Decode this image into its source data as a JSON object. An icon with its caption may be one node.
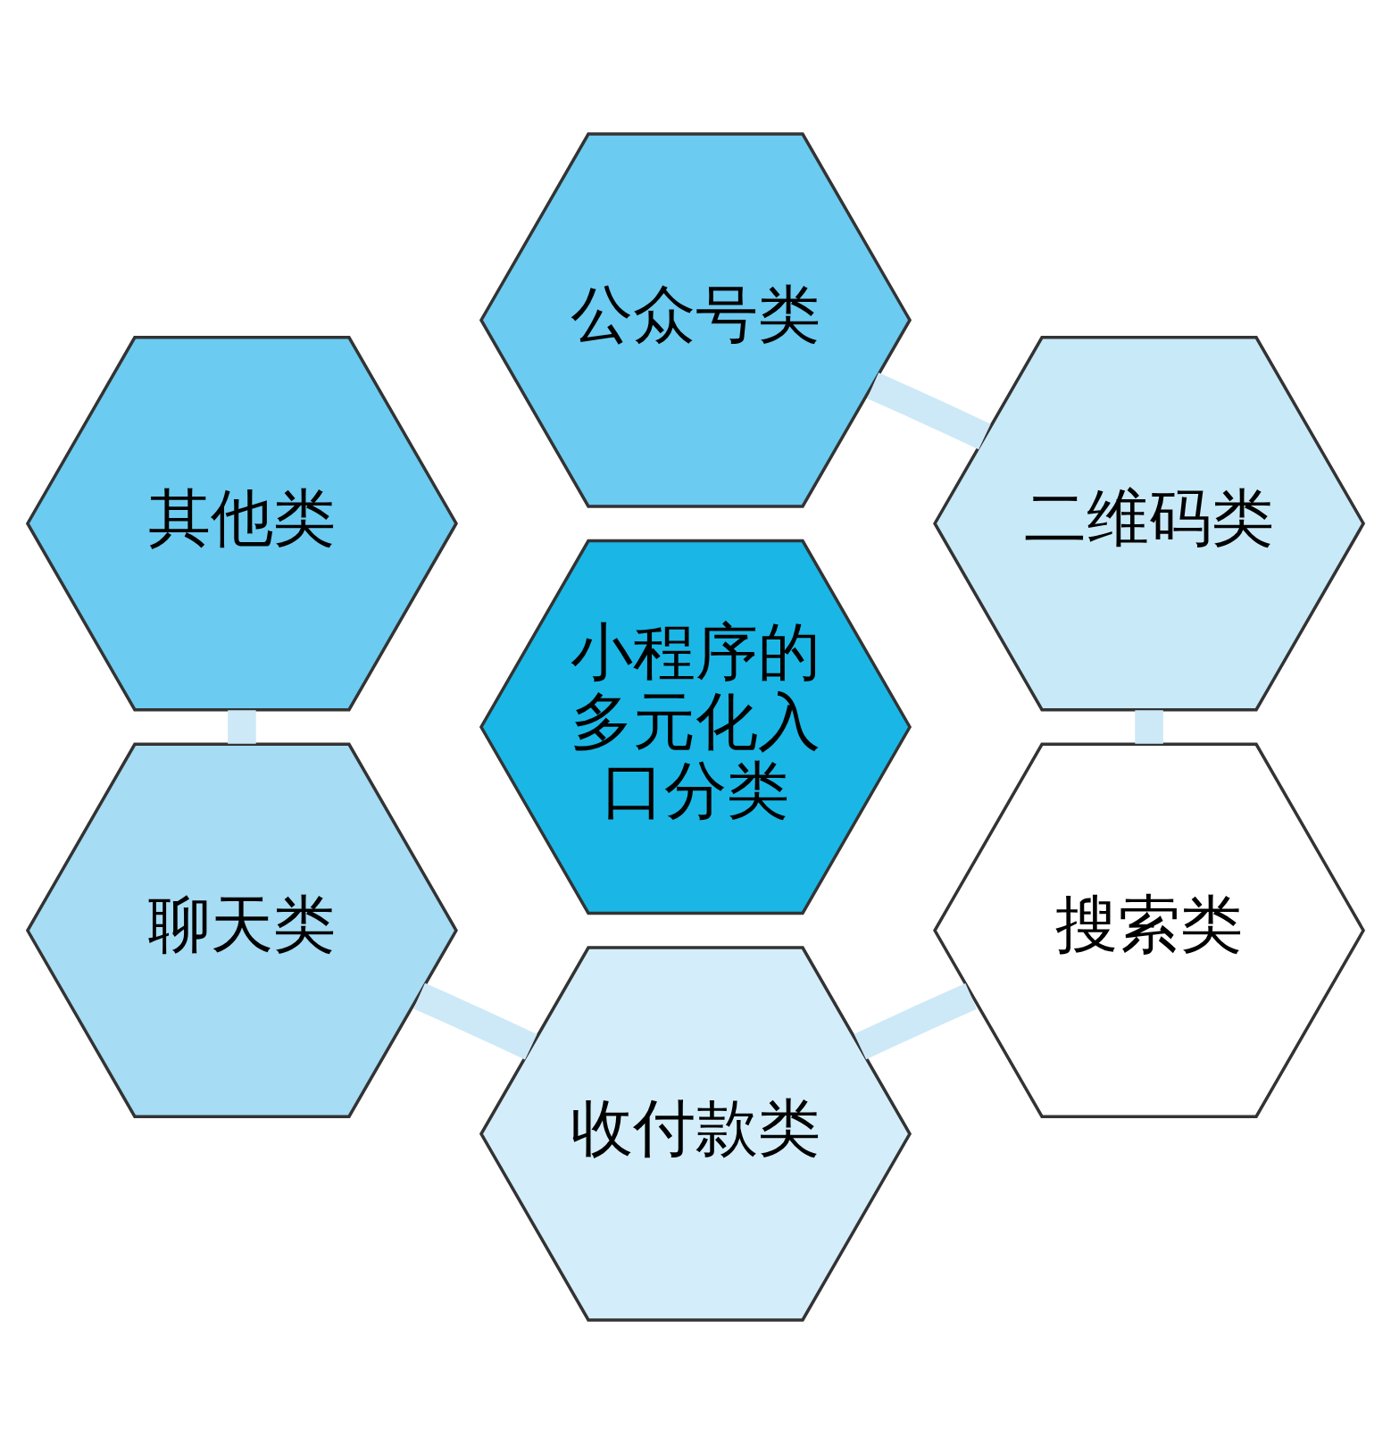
{
  "diagram": {
    "nodes": [
      {
        "text": [
          "公众号类"
        ]
      },
      {
        "text": [
          "其他类"
        ]
      },
      {
        "text": [
          "二维码类"
        ]
      },
      {
        "text": [
          "小程序的多元化入口分类"
        ]
      },
      {
        "text": [
          "聊天类"
        ]
      },
      {
        "text": [
          "搜索类"
        ]
      },
      {
        "text": [
          "收付款类"
        ]
      }
    ],
    "edges": [
      {
        "from": 0,
        "to": 2,
        "arrow": "none"
      },
      {
        "from": 2,
        "to": 5,
        "arrow": "none"
      },
      {
        "from": 5,
        "to": 6,
        "arrow": "none"
      },
      {
        "from": 6,
        "to": 4,
        "arrow": "none"
      },
      {
        "from": 4,
        "to": 1,
        "arrow": "none"
      }
    ]
  }
}
